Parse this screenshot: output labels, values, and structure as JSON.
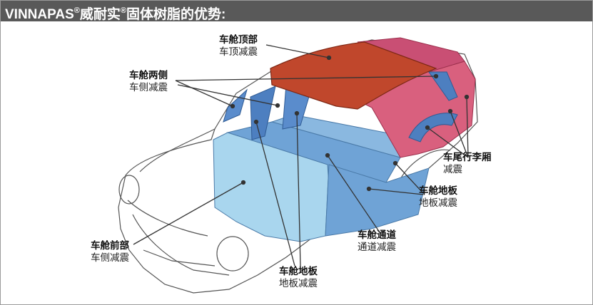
{
  "header": {
    "brand": "VINNAPAS",
    "reg": "®",
    "part1": "威耐实",
    "part2": "固体树脂的优势:"
  },
  "labels": {
    "roof": {
      "title": "车舱顶部",
      "sub": "车顶减震"
    },
    "sides": {
      "title": "车舱两侧",
      "sub": "车侧减震"
    },
    "trunk": {
      "title": "车尾行李厢",
      "sub": "减震"
    },
    "floor_r": {
      "title": "车舱地板",
      "sub": "地板减震"
    },
    "tunnel": {
      "title": "车舱通道",
      "sub": "通道减震"
    },
    "front": {
      "title": "车舱前部",
      "sub": "车侧减震"
    },
    "floor_b": {
      "title": "车舱地板",
      "sub": "地板减震"
    }
  },
  "colors": {
    "header_bg": "#595959",
    "roof": "#c0472c",
    "trunk": "#d9607e",
    "cabin_blue": "#6fa3d6",
    "front_blue": "#a9d6ee"
  }
}
